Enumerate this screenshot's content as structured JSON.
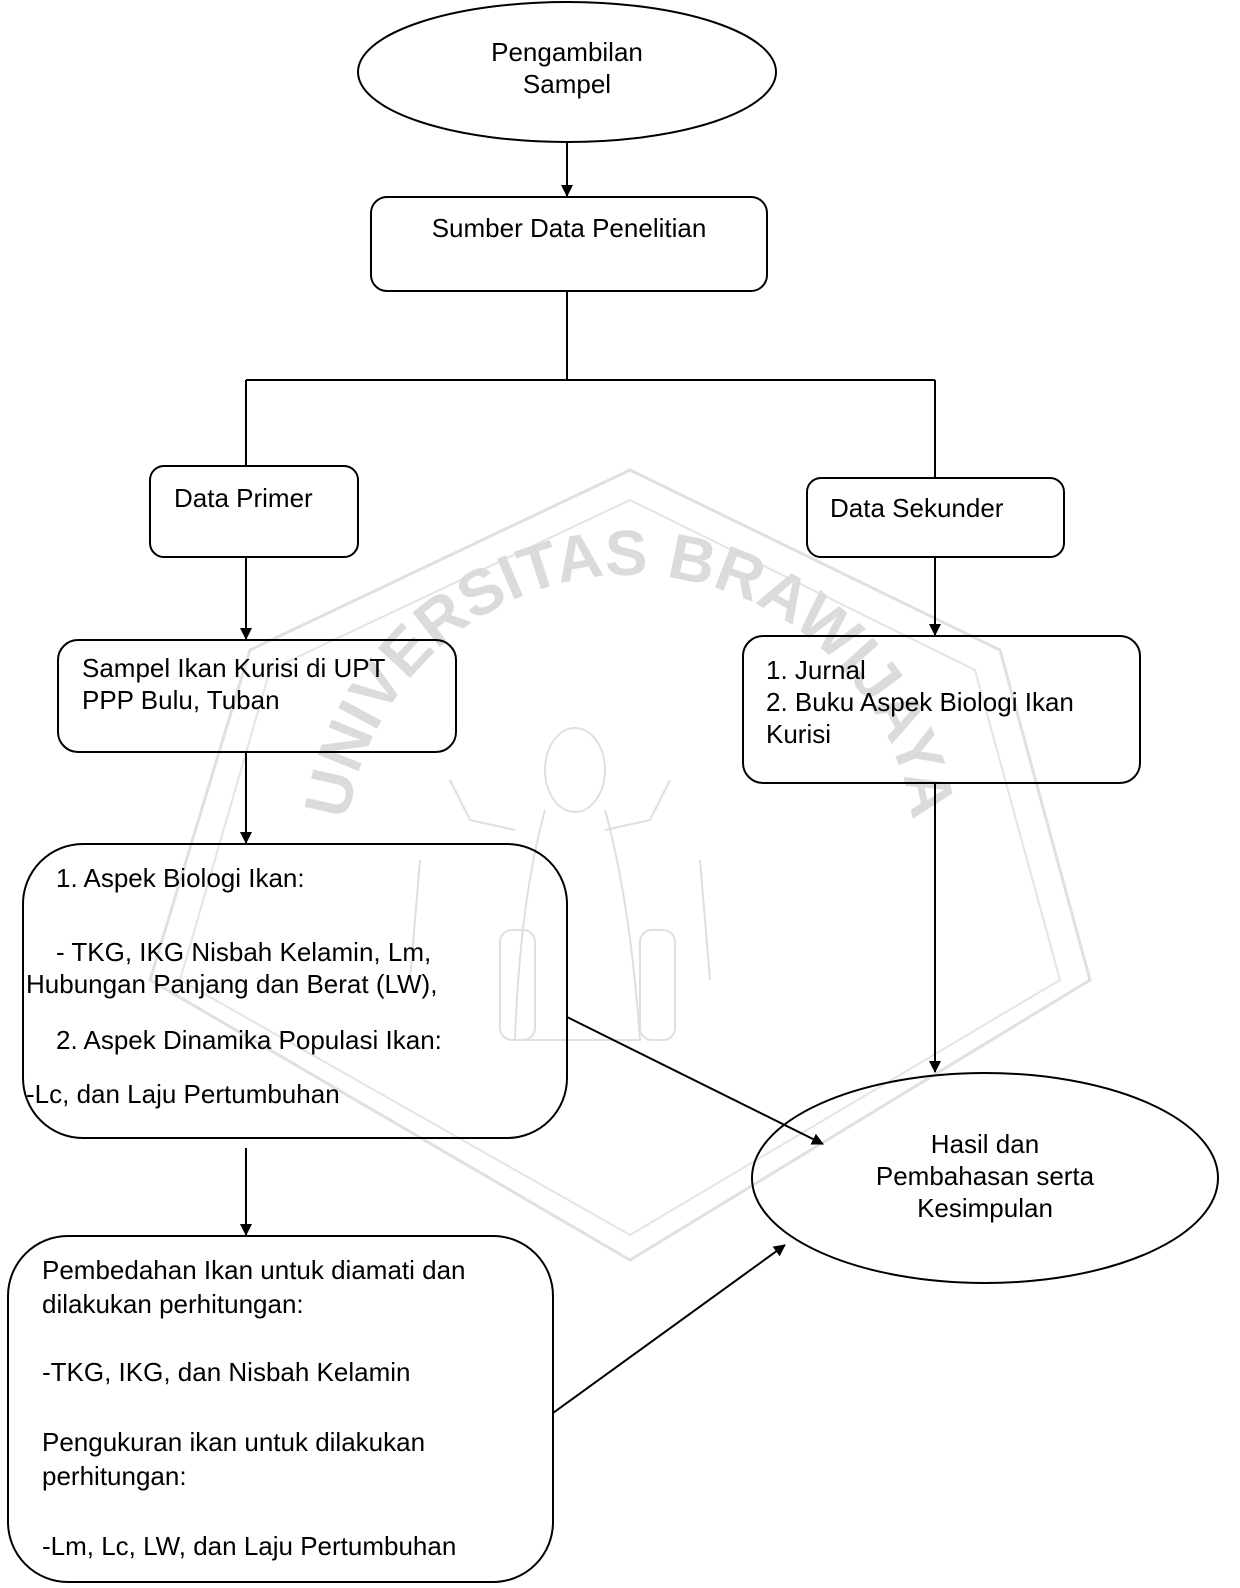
{
  "nodes": {
    "start": {
      "lines": [
        "Pengambilan",
        "Sampel"
      ]
    },
    "source": {
      "text": "Sumber Data Penelitian"
    },
    "primary": {
      "text": "Data Primer"
    },
    "secondary": {
      "text": "Data Sekunder"
    },
    "sample": {
      "lines": [
        "Sampel Ikan Kurisi di UPT",
        "PPP Bulu, Tuban"
      ]
    },
    "references": {
      "lines": [
        "1. Jurnal",
        "2. Buku Aspek Biologi Ikan",
        "Kurisi"
      ]
    },
    "aspects": {
      "lines": [
        "1. Aspek Biologi Ikan:",
        "- TKG, IKG Nisbah Kelamin, Lm,",
        "Hubungan Panjang dan Berat (LW),",
        "2. Aspek Dinamika Populasi Ikan:",
        "-Lc, dan Laju Pertumbuhan"
      ]
    },
    "procedure": {
      "lines": [
        "Pembedahan Ikan untuk diamati dan",
        "dilakukan perhitungan:",
        "-TKG, IKG, dan Nisbah Kelamin",
        "Pengukuran ikan untuk dilakukan",
        "perhitungan:",
        "-Lm, Lc, LW, dan Laju Pertumbuhan"
      ]
    },
    "result": {
      "lines": [
        "Hasil dan",
        "Pembahasan serta",
        "Kesimpulan"
      ]
    }
  },
  "watermark": {
    "text": "UNIVERSITAS BRAWIJAYA"
  }
}
